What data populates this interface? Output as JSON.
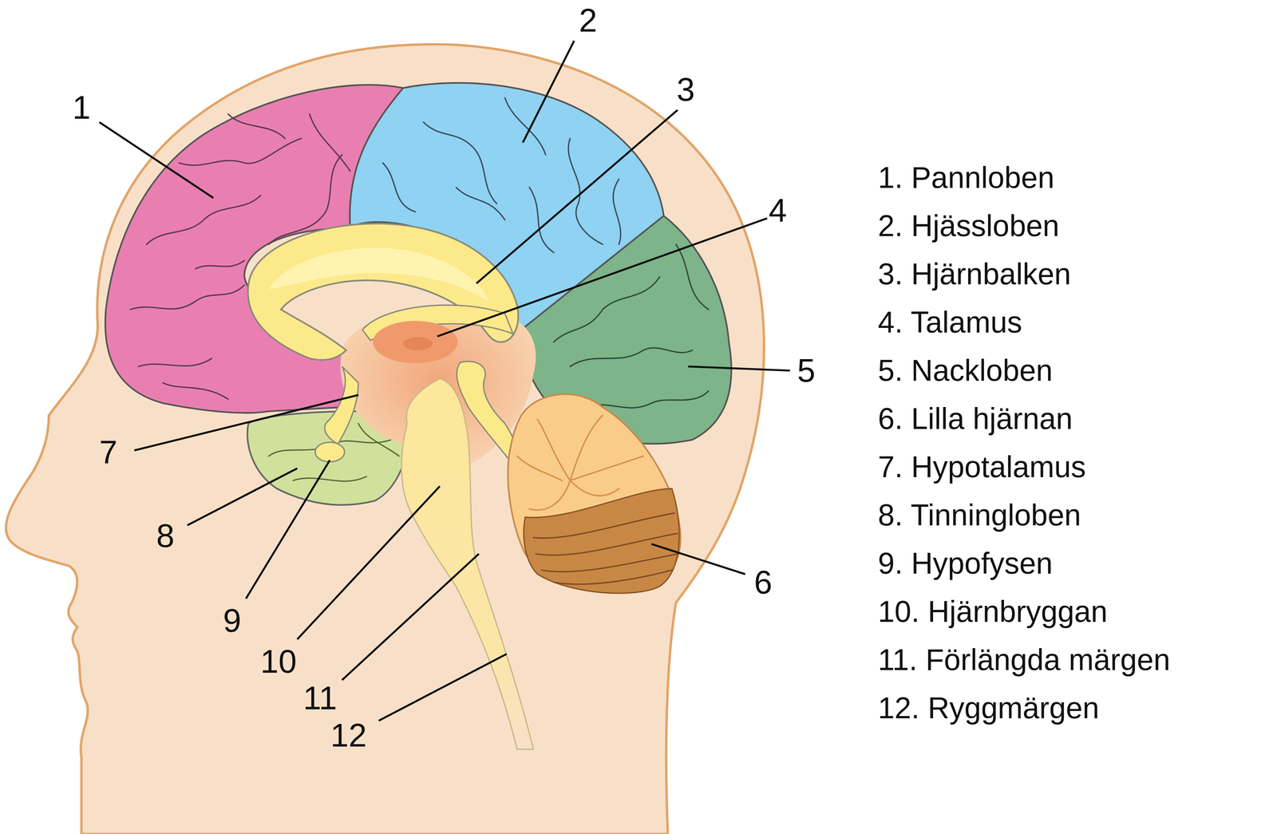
{
  "diagram": {
    "labels": [
      "1",
      "2",
      "3",
      "4",
      "5",
      "6",
      "7",
      "8",
      "9",
      "10",
      "11",
      "12",
      "1. Pannloben",
      "2. Hjässloben",
      "3. Hjärnbalken",
      "4. Talamus",
      "5. Nackloben",
      "6. Lilla hjärnan",
      "7. Hypotalamus",
      "8. Tinningloben",
      "9. Hypofysen",
      "10. Hjärnbryggan",
      "11. Förlängda märgen",
      "12. Ryggmärgen"
    ]
  }
}
